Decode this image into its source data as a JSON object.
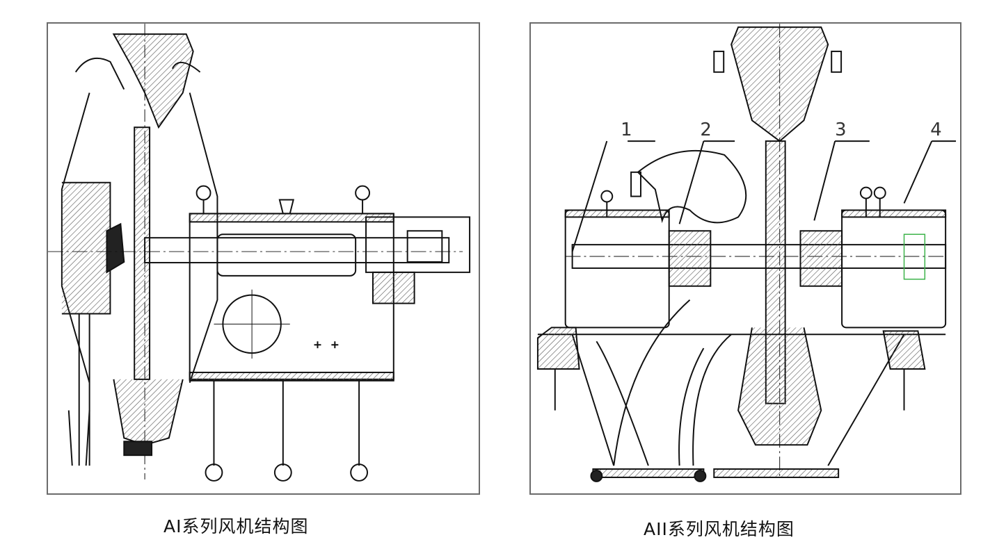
{
  "figures": [
    {
      "caption": "AI系列风机结构图"
    },
    {
      "caption": "AII系列风机结构图",
      "callouts": [
        "1",
        "2",
        "3",
        "4"
      ]
    }
  ],
  "colors": {
    "frame": "#6b6b6b",
    "line": "#111111",
    "hatch": "#555555",
    "accent_green": "#3cb34a",
    "accent_red": "#d05050"
  }
}
